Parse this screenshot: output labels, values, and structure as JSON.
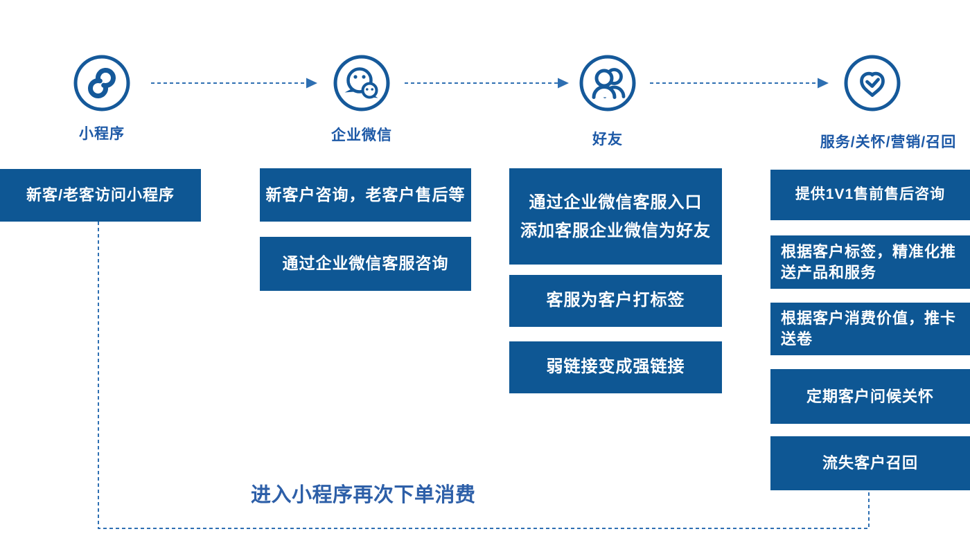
{
  "colors": {
    "box_fill": "#0E5794",
    "icon_stroke": "#15599A",
    "stage_label": "#1C58A6",
    "dashed_line": "#2E6FB2",
    "loop_text": "#2D5FA8",
    "box_text": "#FFFFFF"
  },
  "stages": [
    {
      "label": "小程序",
      "icon": "miniprogram-icon"
    },
    {
      "label": "企业微信",
      "icon": "wecom-icon"
    },
    {
      "label": "好友",
      "icon": "friends-icon"
    },
    {
      "label": "服务/关怀/营销/召回",
      "icon": "heart-check-icon"
    }
  ],
  "boxes": {
    "c1b1": {
      "line1": "新客/老客访问小程序"
    },
    "c2b1": {
      "line1": "新客户咨询，老客户售后等"
    },
    "c2b2": {
      "line1": "通过企业微信客服咨询"
    },
    "c3b1": {
      "line1": "通过企业微信客服入口",
      "line2": "添加客服企业微信为好友"
    },
    "c3b2": {
      "line1": "客服为客户打标签"
    },
    "c3b3": {
      "line1": "弱链接变成强链接"
    },
    "c4b1": {
      "line1": "提供1V1售前售后咨询"
    },
    "c4b2": {
      "line1": "根据客户标签，精准化推",
      "line2": "送产品和服务"
    },
    "c4b3": {
      "line1": "根据客户消费价值，推卡",
      "line2": "送卷"
    },
    "c4b4": {
      "line1": "定期客户问候关怀"
    },
    "c4b5": {
      "line1": "流失客户召回"
    }
  },
  "loop": {
    "label": "进入小程序再次下单消费"
  }
}
